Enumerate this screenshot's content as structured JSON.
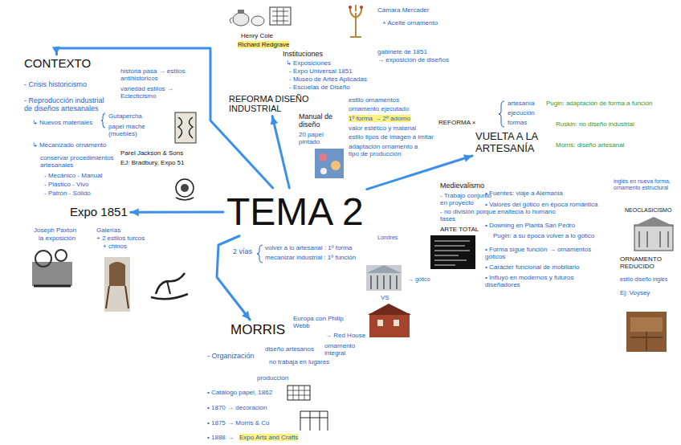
{
  "diagram": {
    "nodes": [
      {
        "text": [
          "TEMA 2"
        ]
      },
      {
        "text": [
          "CONTEXTO"
        ]
      },
      {
        "text": [
          "Expo 1851"
        ]
      },
      {
        "text": [
          "REFORMA DISEÑO INDUSTRIAL"
        ]
      },
      {
        "text": [
          "VUELTA A LA ARTESANÍA"
        ]
      },
      {
        "text": [
          "MORRIS"
        ]
      }
    ],
    "edges": [
      {
        "from": 0,
        "to": 1,
        "arrow": "to"
      },
      {
        "from": 0,
        "to": 2,
        "arrow": "to"
      },
      {
        "from": 0,
        "to": 3,
        "arrow": "to"
      },
      {
        "from": 0,
        "to": 4,
        "arrow": "to"
      },
      {
        "from": 0,
        "to": 5,
        "arrow": "to"
      }
    ],
    "labels": [
      "- Crisis historicismo",
      "historia pasa → estilos antihistóricos",
      "variedad estilos → Eclecticismo",
      "- Reproducción industrial de diseños artesanales",
      "↳ Nuevos materiales",
      "Gutapercha",
      "papel maché (muebles)",
      "↳ Mecanizado ornamento",
      "Parel Jackson & Sons",
      "EJ: Bradbury, Expo 51",
      "conservar procedimientos artesanales",
      "- Mecánico - Manual",
      "- Plástico - Vivo",
      "- Patrón - Sólido",
      "Joseph Paxton",
      "la exposición",
      "Galerías",
      "+ 2 estilos turcos",
      "+ chinos",
      "Henry Cole",
      "Richard Redgrave",
      "Instituciones",
      "↳ Exposiciones",
      "- Expo Universal 1851",
      "- Museo de Artes Aplicadas",
      "- Escuelas de Diseño",
      "gabinete de 1851",
      "→ exposición de diseños",
      "Cámara Mercader",
      "+ Aceite ornamento",
      "Manual de diseño",
      "20 papel pintado",
      "estilo ornamentos",
      "ornamento ejecutado",
      "1º forma → 2º adorno",
      "valor estético y material",
      "estilo tipos de imagen a imitar",
      "adaptación ornamento a tipo de producción",
      "REFORMA ×",
      "artesanía",
      "ejecución",
      "formas",
      "Pugin: adaptación de forma a función",
      "Ruskin: no diseño industrial",
      "Morris: diseño artesanal",
      "Medievalismo",
      "- Trabajo conjunto en proyecto",
      "- no división por fases",
      "ARTE TOTAL",
      "• Fuentes: viaje a Alemania",
      "• Valores del gótico en época romántica que enaltecía lo humano",
      "• Downing en Planta San Pedro",
      "Pugin: a su época volver a lo gótico",
      "• Forma sigue función → ornamentos góticos",
      "• Carácter funcional de mobiliario",
      "• Influyó en modernos y futuros diseñadores",
      "inglés en nueva forma, ornamento estructural",
      "NEOCLASICISMO",
      "ORNAMENTO REDUCIDO",
      "estilo diseño inglés",
      "Ej: Voysey",
      "2 vías",
      "volver a lo artesanal : 1º forma",
      "mecanizar industrial : 1º función",
      "Londres",
      "→ gótico",
      "VS",
      "Europa con Philip Webb",
      "→ Red House",
      "- Organización",
      "diseño artesanos",
      "ornamento integral",
      "no trabaja en lugares",
      "producción",
      "• Catálogo papel, 1862",
      "• 1870 → decoración",
      "• 1875 → Morris & Co",
      "• 1888 →",
      "Expo Arts and Crafts"
    ]
  }
}
